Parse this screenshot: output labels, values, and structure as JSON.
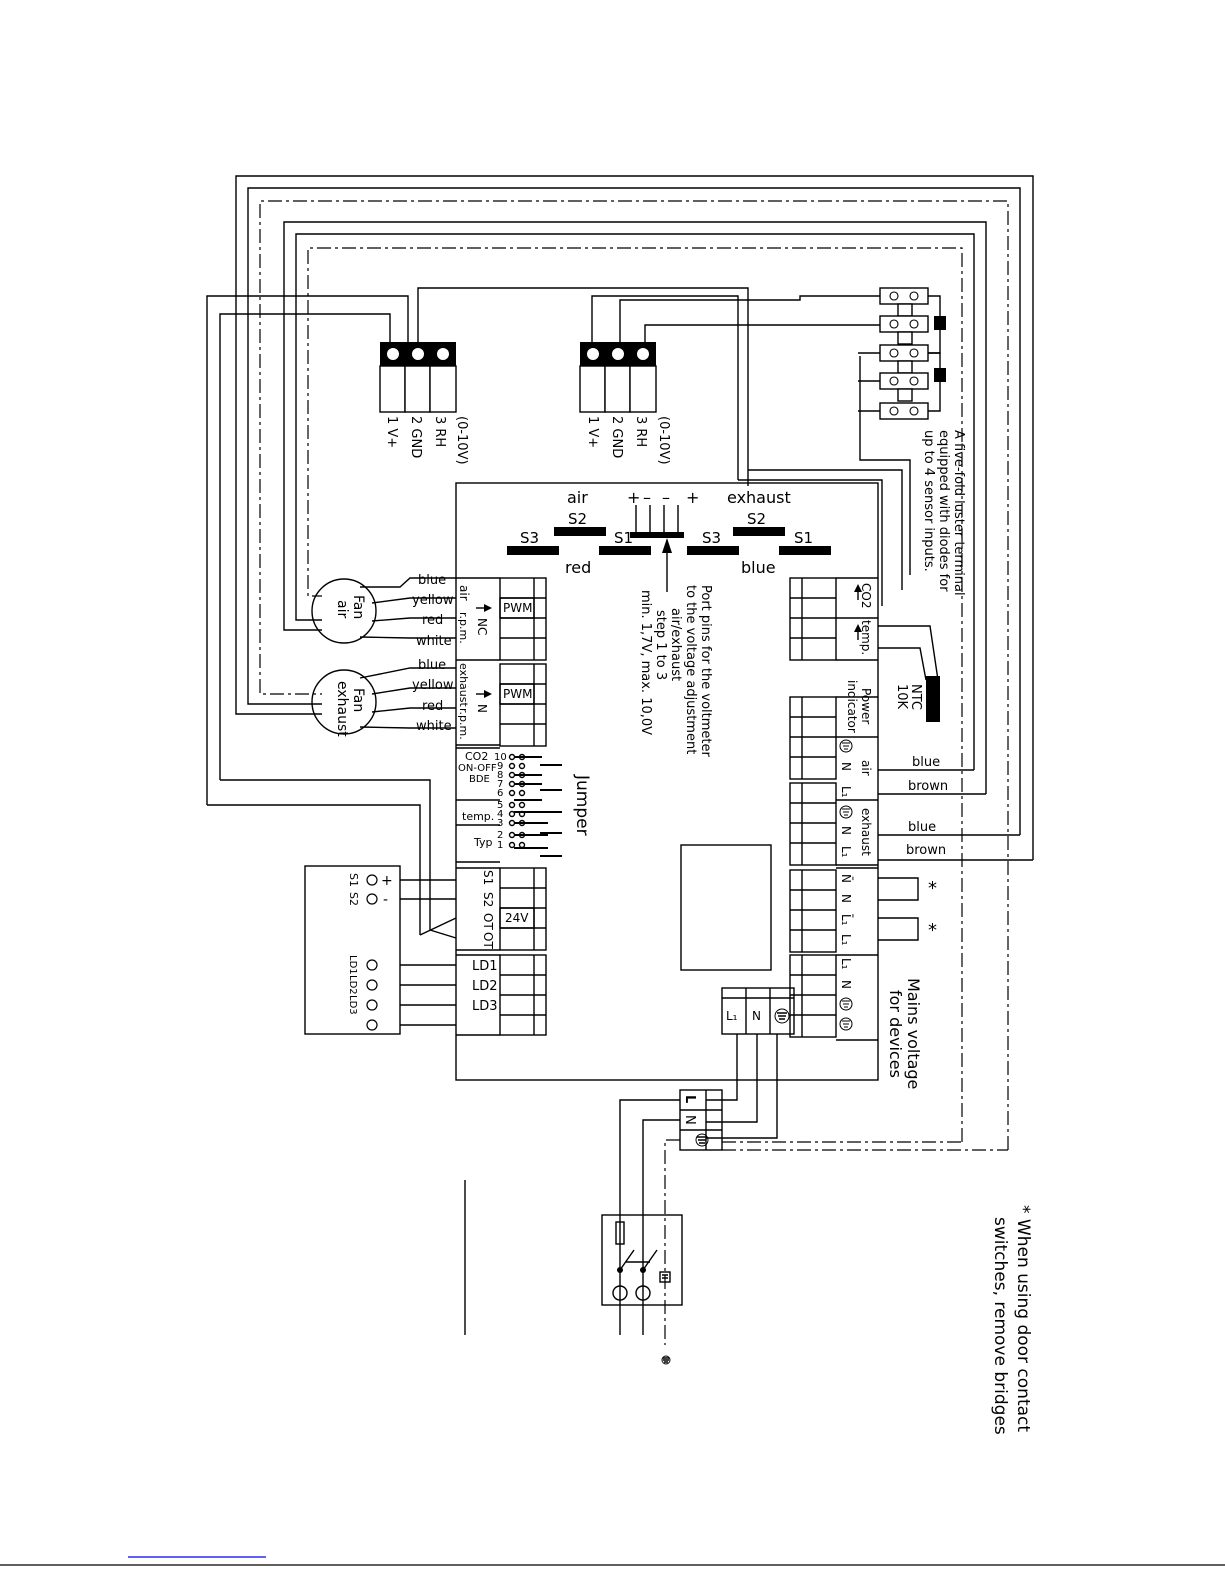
{
  "diagram": {
    "sensor_terminals": {
      "left": {
        "range": "(0-10V)",
        "pins": [
          "3 RH",
          "2 GND",
          "1 V+"
        ]
      },
      "right": {
        "range": "(0-10V)",
        "pins": [
          "3 RH",
          "2 GND",
          "1 V+"
        ]
      }
    },
    "luster_terminal": {
      "note": [
        "A five-fold luster terminal",
        "equipped with diodes for",
        "up to 4 sensor inputs."
      ]
    },
    "voltage_adjust": {
      "air_label": "air",
      "exhaust_label": "exhaust",
      "air_steps": [
        "S3",
        "S2",
        "S1"
      ],
      "exhaust_steps": [
        "S3",
        "S2",
        "S1"
      ],
      "air_color": "red",
      "exhaust_color": "blue",
      "polarity": [
        "+",
        "–",
        "–",
        "+"
      ],
      "note": [
        "Port pins for the voltmeter",
        "to the voltage adjustment",
        "air/exhaust",
        "step 1 to 3",
        "min. 1,7V, max. 10,0V"
      ]
    },
    "fans": {
      "air": {
        "name": [
          "Fan",
          "air"
        ],
        "wires": [
          "blue",
          "yellow",
          "red",
          "white"
        ],
        "port": [
          "air",
          "r.p.m."
        ],
        "signal": "NC",
        "pwm": "PWM"
      },
      "exhaust": {
        "name": [
          "Fan",
          "exhaust"
        ],
        "wires": [
          "blue",
          "yellow",
          "red",
          "white"
        ],
        "port": [
          "exhaust",
          "r.p.m."
        ],
        "signal": "N",
        "pwm": "PWM"
      }
    },
    "jumper": {
      "title": "Jumper",
      "labels": [
        "CO2",
        "ON-OFF",
        "BDE",
        "temp.",
        "Typ"
      ],
      "numbers": [
        "10",
        "9",
        "8",
        "7",
        "6",
        "5",
        "4",
        "3",
        "2",
        "1"
      ]
    },
    "controller_inputs": [
      "S1",
      "S2",
      "OT",
      "OT"
    ],
    "voltage_24": "24V",
    "leds": [
      "LD1",
      "LD2",
      "LD3"
    ],
    "remote": {
      "plus": "+",
      "minus": "-",
      "s_labels": [
        "S1",
        "S2"
      ],
      "ld_labels": [
        "LD1",
        "LD2",
        "LD3"
      ]
    },
    "right_ports": {
      "co2": "CO2",
      "temp": "temp.",
      "ntc": [
        "NTC",
        "10K"
      ],
      "power": [
        "Power",
        "indicator"
      ],
      "air": "air",
      "exhaust": "exhaust",
      "air_wires": [
        "blue",
        "brown"
      ],
      "exhaust_wires": [
        "blue",
        "brown"
      ],
      "air_pins": [
        "N",
        "L₁"
      ],
      "exhaust_pins": [
        "N",
        "L₁"
      ],
      "door_pins": [
        "N̄",
        "N",
        "L̄₁",
        "L₁"
      ],
      "mains_pins": [
        "L₁",
        "N"
      ],
      "mains_label": [
        "Mains voltage",
        "for devices"
      ],
      "star": "*"
    },
    "supply": {
      "board_pins": [
        "L₁",
        "N"
      ],
      "terminal": [
        "L",
        "N"
      ]
    },
    "footnote": [
      "* When using door contact",
      "switches, remove bridges"
    ]
  }
}
